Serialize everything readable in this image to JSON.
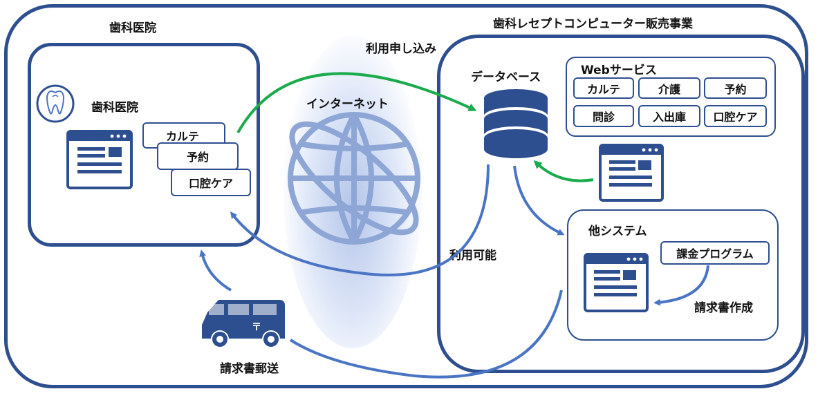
{
  "labels": {
    "clinic_title": "歯科医院",
    "clinic_inner": "歯科医院",
    "vendor_title": "歯科レセプトコンピューター販売事業",
    "internet": "インターネット",
    "apply": "利用申し込み",
    "available": "利用可能",
    "database": "データベース",
    "web_services": "Webサービス",
    "other_system": "他システム",
    "billing_program": "課金プログラム",
    "invoice_create": "請求書作成",
    "invoice_mail": "請求書郵送"
  },
  "clinic_cards": [
    "カルテ",
    "予約",
    "口腔ケア"
  ],
  "web_services": [
    "カルテ",
    "介護",
    "予約",
    "問診",
    "入出庫",
    "口腔ケア"
  ],
  "colors": {
    "navy": "#2e4f8f",
    "arrow_blue": "#4a74c4",
    "arrow_green": "#1aab4c",
    "icon_fill": "#2e4f8f"
  },
  "icons": [
    "tooth-icon",
    "browser-window-icon",
    "database-icon",
    "globe-icon",
    "van-icon"
  ]
}
